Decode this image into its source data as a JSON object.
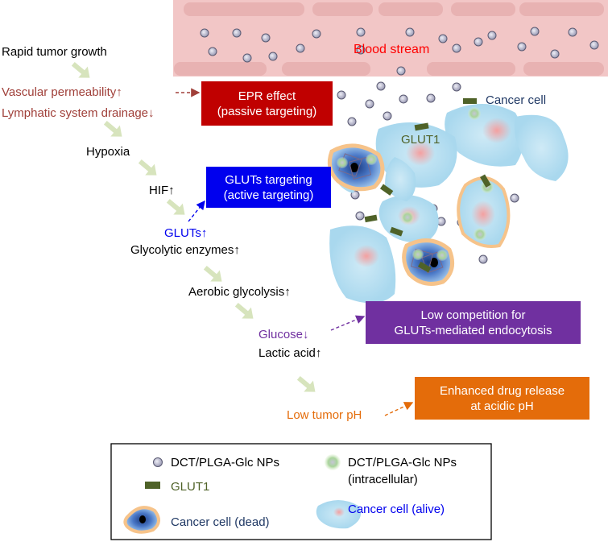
{
  "blood_stream": {
    "label": "Blood stream"
  },
  "flow": {
    "rapid_growth": "Rapid tumor growth",
    "vascular_permeability": "Vascular permeability↑",
    "lymphatic_drainage": "Lymphatic system drainage↓",
    "hypoxia": "Hypoxia",
    "hif": "HIF↑",
    "gluts": "GLUTs↑",
    "glycolytic_enzymes": "Glycolytic enzymes↑",
    "aerobic_glycolysis": "Aerobic glycolysis↑",
    "glucose": "Glucose↓",
    "lactic_acid": "Lactic acid↑",
    "low_ph": "Low tumor pH"
  },
  "boxes": {
    "epr": {
      "line1": "EPR effect",
      "line2": "(passive targeting)",
      "color": "#c00000"
    },
    "gluts_targeting": {
      "line1": "GLUTs targeting",
      "line2": "(active targeting)",
      "color": "#0000ee"
    },
    "low_competition": {
      "line1": "Low competition for",
      "line2": "GLUTs-mediated endocytosis",
      "color": "#7030a0"
    },
    "drug_release": {
      "line1": "Enhanced drug release",
      "line2": "at acidic pH",
      "color": "#e46c0a"
    }
  },
  "labels": {
    "cancer_cell": "Cancer cell",
    "glut1": "GLUT1"
  },
  "legend": {
    "nps": "DCT/PLGA-Glc NPs",
    "nps_intracellular_line1": "DCT/PLGA-Glc NPs",
    "nps_intracellular_line2": "(intracellular)",
    "glut1": "GLUT1",
    "dead_cell": "Cancer cell (dead)",
    "alive_cell": "Cancer cell (alive)"
  },
  "colors": {
    "blood_vessel": "#f2c6c6",
    "blood_text": "#ff0000",
    "brown_text": "#a0403a",
    "blue_text": "#0000ee",
    "purple_text": "#7030a0",
    "orange_text": "#e46c0a",
    "green_text": "#4f6228",
    "navy_text": "#1f3864",
    "flow_arrow": "#d7e4bd",
    "glut_bar": "#4f6228",
    "np_fill": "#c0c0d0"
  }
}
